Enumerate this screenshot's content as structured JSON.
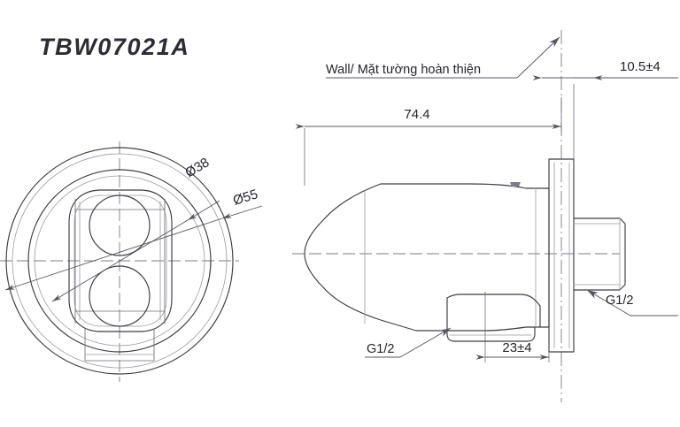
{
  "drawing": {
    "title": "TBW07021A",
    "type": "technical-dimension-drawing",
    "views": {
      "front": {
        "name": "front-view",
        "shape": "circular-faceplate"
      },
      "side": {
        "name": "side-view",
        "shape": "wall-mounted-body"
      }
    },
    "dimensions": {
      "diameter_outer": "Ø55",
      "diameter_inner": "Ø38",
      "length_body": "74.4",
      "wall_offset": "10.5±4",
      "spout_offset": "23±4"
    },
    "labels": {
      "wall": "Wall/ Mặt tường hoàn thiện",
      "thread_lower": "G1/2",
      "thread_right": "G1/2"
    },
    "colors": {
      "line": "#3c3c45",
      "dim": "#555560",
      "center": "#7b7b86",
      "text": "#23232b",
      "background": "#ffffff"
    }
  },
  "chart_data": {
    "type": "table",
    "title": "TBW07021A",
    "categories": [
      "Ø55",
      "Ø38",
      "74.4",
      "10.5±4",
      "23±4"
    ],
    "values": [
      55,
      38,
      74.4,
      10.5,
      23
    ]
  }
}
